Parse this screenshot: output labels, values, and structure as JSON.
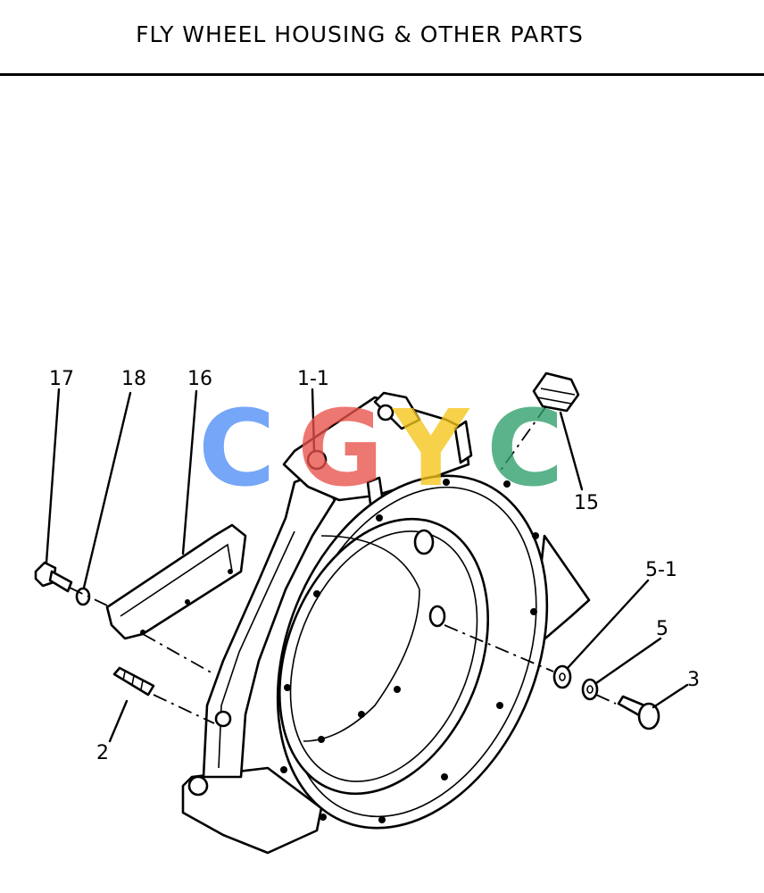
{
  "title": "FLY WHEEL HOUSING & OTHER PARTS",
  "watermark": {
    "letters": [
      {
        "char": "C",
        "color": "#4f8ef7"
      },
      {
        "char": "G",
        "color": "#e8524a"
      },
      {
        "char": "Y",
        "color": "#f5c518"
      },
      {
        "char": "C",
        "color": "#2e9e6b"
      }
    ]
  },
  "callouts": [
    {
      "id": "17",
      "text": "17"
    },
    {
      "id": "18",
      "text": "18"
    },
    {
      "id": "16",
      "text": "16"
    },
    {
      "id": "1-1",
      "text": "1-1"
    },
    {
      "id": "15",
      "text": "15"
    },
    {
      "id": "5-1",
      "text": "5-1"
    },
    {
      "id": "5",
      "text": "5"
    },
    {
      "id": "3",
      "text": "3"
    },
    {
      "id": "2",
      "text": "2"
    }
  ]
}
